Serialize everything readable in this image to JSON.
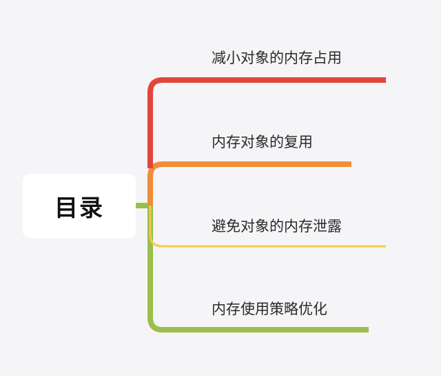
{
  "root": {
    "title": "目录"
  },
  "branches": [
    {
      "label": "减小对象的内存占用",
      "color": "#e2453c"
    },
    {
      "label": "内存对象的复用",
      "color": "#ef8d3a"
    },
    {
      "label": "避免对象的内存泄露",
      "color": "#f2c94c"
    },
    {
      "label": "内存使用策略优化",
      "color": "#9cbf4a"
    }
  ]
}
